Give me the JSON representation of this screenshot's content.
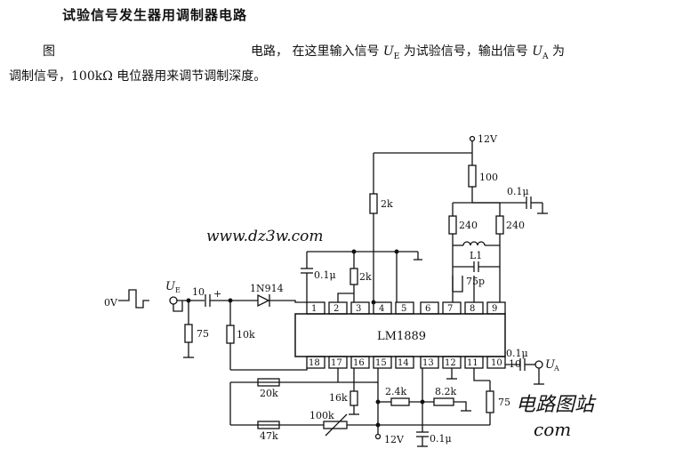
{
  "title": "试验信号发生器用调制器电路",
  "paragraph": {
    "line1_prefix": "图",
    "line1_middle": "电路， 在这里输入信号",
    "ue_symbol": "U",
    "ue_sub": "E",
    "line1_mid2": "为试验信号，输出信号",
    "ua_symbol": "U",
    "ua_sub": "A",
    "line1_suffix": "为",
    "line2": "调制信号，100kΩ 电位器用来调节调制深度。"
  },
  "watermark": {
    "main": "www.dz3w.com",
    "corner_cn": "电路图站",
    "corner_url": "com"
  },
  "chip": {
    "name": "LM1889",
    "top_pins": [
      "1",
      "2",
      "3",
      "4",
      "5",
      "6",
      "7",
      "8",
      "9"
    ],
    "bottom_pins": [
      "18",
      "17",
      "16",
      "15",
      "14",
      "13",
      "12",
      "11",
      "10"
    ]
  },
  "components": {
    "vcc_top": "12V",
    "vcc_bottom": "12V",
    "r100": "100",
    "c01_top": "0.1μ",
    "r240_left": "240",
    "r240_right": "240",
    "l1": "L1",
    "c75p": "75p",
    "r2k_a": "2k",
    "r2k_b": "2k",
    "c01_pin": "0.1μ",
    "ue_label": "U",
    "ue_sub": "E",
    "c10_in": "10",
    "plus": "+",
    "diode": "1N914",
    "r10k": "10k",
    "r75_in": "75",
    "ov_label": "0V",
    "r20k": "20k",
    "r16k": "16k",
    "r24k": "2.4k",
    "r82k": "8.2k",
    "r47k": "47k",
    "pot100k": "100k",
    "c01_out": "0.1μ",
    "c10_out": "10",
    "ua_label": "U",
    "ua_sub": "A",
    "r75_out": "75",
    "c01_bottom": "0.1μ"
  }
}
